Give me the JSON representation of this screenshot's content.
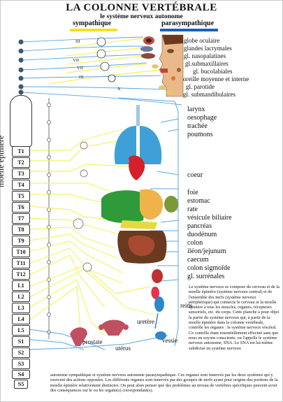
{
  "header": {
    "title": "LA COLONNE VERTÉBRALE",
    "subtitle": "le système nerveux autonome",
    "legend_sym": "sympathique",
    "legend_para": "parasympathique",
    "side_label": "moelle épinière"
  },
  "colors": {
    "sympathetic": "#f2ef3c",
    "parasympathetic": "#5aa6e0",
    "sym_legend": "#f2e21a",
    "para_legend": "#1e5fb8"
  },
  "nerves": [
    "III",
    "VII",
    "VII",
    "IX",
    "X"
  ],
  "head_organs": [
    "globe oculaire",
    "glandes lacrymales",
    "gl. nasopalatines",
    "gl.submaxillaires",
    "gl. bucolabiales",
    "oreille moyenne et interne",
    "gl. parotide",
    "gl. submandibulaires"
  ],
  "body_organs": [
    "larynx",
    "oesophage",
    "trachée",
    "poumons",
    "coeur",
    "foie",
    "estomac",
    "rate",
    "vésicule biliaire",
    "pancréas",
    "duodénum",
    "colon",
    "iléon/jejunum",
    "caecum",
    "colon sigmoïde",
    "gl. surrénales"
  ],
  "lower_organs": {
    "reins": "reins",
    "uretere": "uretère",
    "vessie": "vessie",
    "prostate": "prostate",
    "uterus": "utérus"
  },
  "vertebrae": [
    "T1",
    "T2",
    "T3",
    "T4",
    "T5",
    "T6",
    "T7",
    "T8",
    "T9",
    "T10",
    "T11",
    "T12",
    "L1",
    "L2",
    "L3",
    "L4",
    "L5",
    "S1",
    "S2",
    "S3",
    "S4",
    "S5"
  ],
  "info_text": "Le système nerveux se compose du cerveau et de la moelle épinière (système nerveux central) et de l'ensemble des nerfs (système nerveux périphérique) qui connecte le cerveau et la moelle épinière à tous les muscles, organes, récepteurs sensoriels, etc. du corps. Cette planche a pour objet la partie du système nerveux qui, à partir de la moelle épinière dans la colonne vertébrale, contrôle les organes : le système nerveux viscéral. Ce contrôle étant essentiellement effectué sans que nous en soyons conscients, on l'appelle le système nerveux autonome, SNA. Le SNA est lui-même subdivisé en système nerveux",
  "bottom_text": "autonome sympathique et système nerveux autonome parasympathique. Ces organes sont innervés par les deux systèmes qui y exercent des actions opposées. Les différents organes sont innervés par des groupes de nerfs ayant pour origine des portions de la moelle épinière relativement distinctes. On peut alors penser que des problèmes au niveau de vertèbres spécifiques peuvent avoir des conséquences sur le ou les organe(s) correspondant(s)."
}
